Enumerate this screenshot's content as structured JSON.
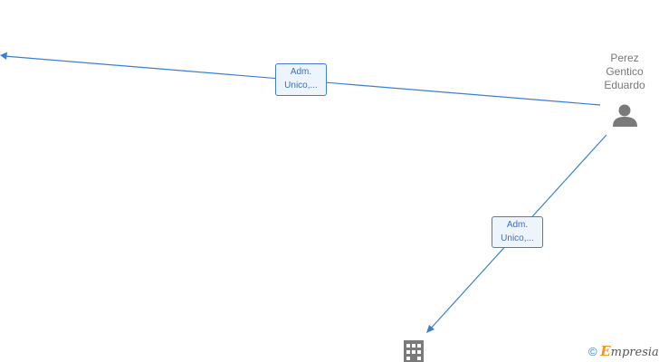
{
  "person": {
    "name_lines": [
      "Perez",
      "Gentico",
      "Eduardo"
    ]
  },
  "edges": [
    {
      "label_lines": [
        "Adm.",
        "Unico,..."
      ]
    },
    {
      "label_lines": [
        "Adm.",
        "Unico,..."
      ]
    }
  ],
  "watermark": {
    "symbol": "©",
    "brand_first": "E",
    "brand_rest": "mpresia"
  },
  "colors": {
    "edge": "#3a7fd5",
    "label_bg": "#eef4fb",
    "icon": "#777777",
    "brand_accent": "#f7941d"
  }
}
